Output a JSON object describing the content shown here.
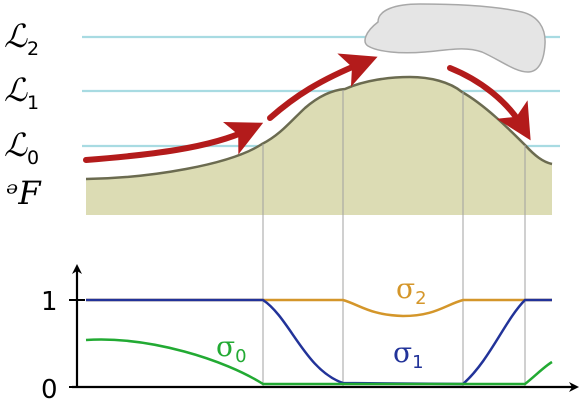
{
  "layers": [
    {
      "letter": "ℒ",
      "sub": "2"
    },
    {
      "letter": "ℒ",
      "sub": "1"
    },
    {
      "letter": "ℒ",
      "sub": "0"
    },
    {
      "letter": "ᵊF",
      "sub": ""
    }
  ],
  "axis": {
    "ticks": [
      "1",
      "0"
    ]
  },
  "sigmas": [
    {
      "letter": "σ",
      "sub": "0",
      "color": "#22aa33"
    },
    {
      "letter": "σ",
      "sub": "1",
      "color": "#223399"
    },
    {
      "letter": "σ",
      "sub": "2",
      "color": "#d4962a"
    }
  ],
  "colors": {
    "terrain_fill": "#dcdcb4",
    "terrain_edge": "#6b6b50",
    "layer_line": "#a8dbe2",
    "arrow": "#b31b1b",
    "cloud_fill": "#e5e5e5",
    "cloud_edge": "#a8a8a8",
    "guide_line": "#a0a0a0"
  }
}
